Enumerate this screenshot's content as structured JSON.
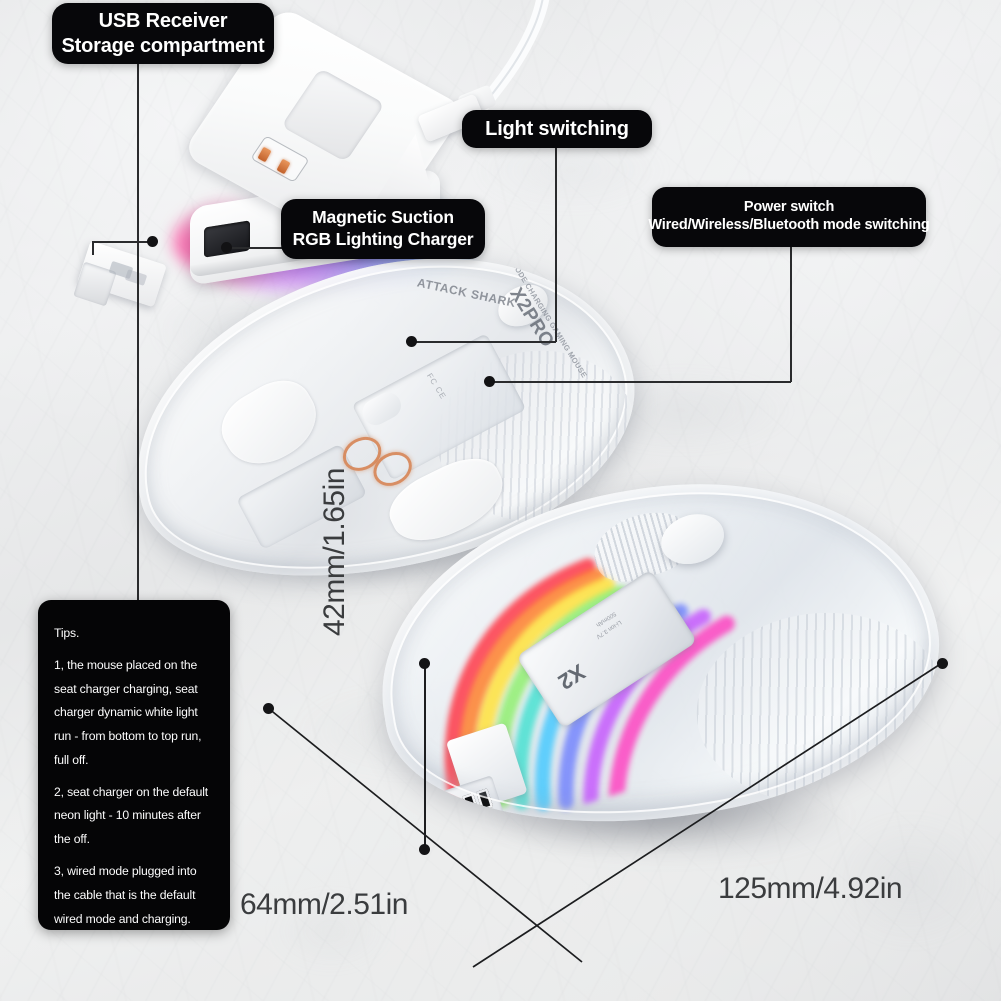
{
  "image": {
    "kind": "product-infographic",
    "subject": "Transparent tri-mode RGB gaming mouse with magnetic charging dock"
  },
  "callouts": [
    {
      "id": "usb-receiver",
      "lines": [
        "USB Receiver",
        "Storage compartment"
      ]
    },
    {
      "id": "magnetic-charger",
      "lines": [
        "Magnetic Suction",
        "RGB Lighting Charger"
      ]
    },
    {
      "id": "light-switching",
      "lines": [
        "Light switching"
      ]
    },
    {
      "id": "power-switch",
      "lines": [
        "Power switch",
        "Wired/Wireless/Bluetooth mode switching"
      ]
    }
  ],
  "tips": {
    "heading": "Tips.",
    "items": [
      "1, the mouse placed on the seat charger charging, seat charger dynamic white light run - from bottom to top run, full off.",
      "2, seat charger on the default neon light - 10 minutes after the off.",
      "3, wired mode plugged into the cable that is the default wired mode and charging."
    ]
  },
  "dimensions": {
    "height": "42mm/1.65in",
    "width": "64mm/2.51in",
    "length": "125mm/4.92in"
  },
  "product_markings": {
    "brand": "ATTACK SHARK",
    "model": "X2PRO",
    "tagline_line1": "TRI MODE CHARGING",
    "tagline_line2": "GAMING MOUSE",
    "certifications": "FC CE",
    "battery_label": "X2",
    "battery_text": "Li-ion 3.7V\\n500mAh"
  },
  "colors": {
    "callout_background": "#07070a",
    "callout_text": "#ffffff",
    "leader_line": "#2a2b2d",
    "dimension_text": "#3a3c3e",
    "background_marble": "#e8e9ea",
    "rgb_red": "#ff3b52",
    "rgb_orange": "#ff8a2b",
    "rgb_yellow": "#ffe44d",
    "rgb_green": "#5ff08a",
    "rgb_cyan": "#4fd8ff",
    "rgb_blue": "#5a7cff",
    "rgb_magenta": "#ff3fc4",
    "rgb_purple": "#b45cff"
  }
}
